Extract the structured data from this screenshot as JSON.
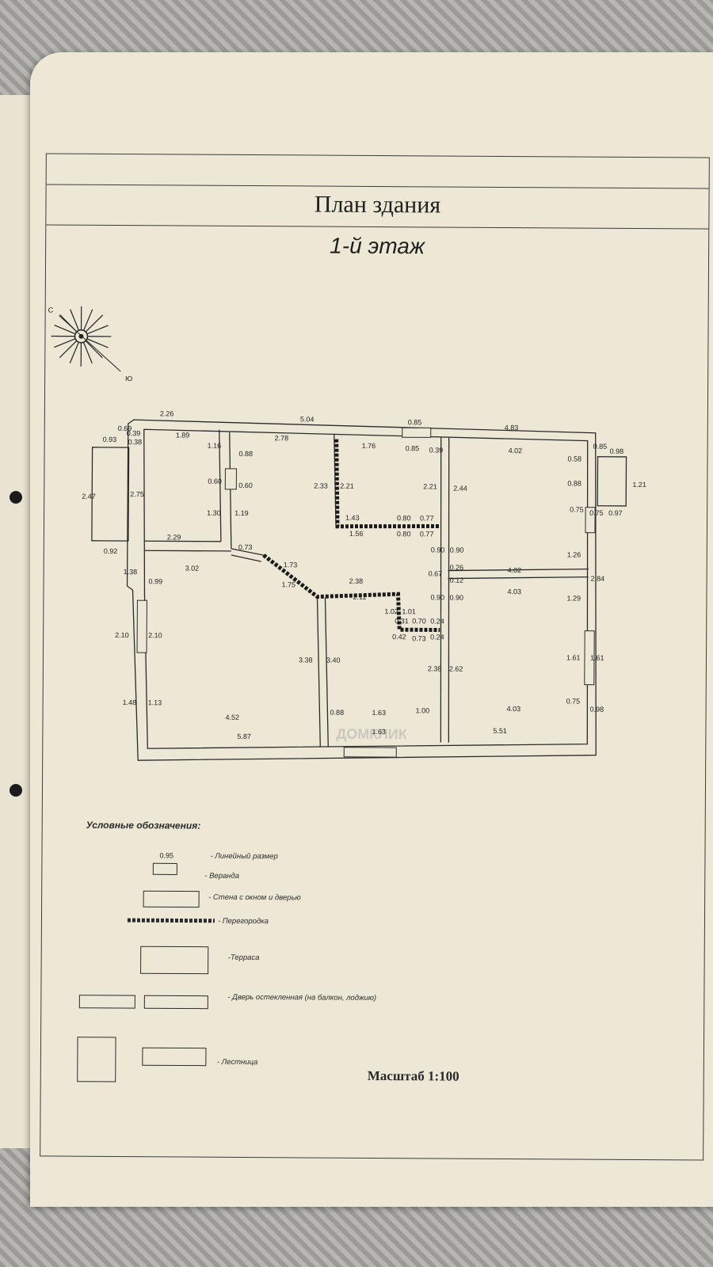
{
  "title": "План здания",
  "subtitle": "1-й этаж",
  "compass": {
    "top_letter": "С",
    "bottom_letter": "Ю"
  },
  "watermark": "ДОМКЛИК",
  "dimensions": {
    "d_2_26": "2.26",
    "d_5_04": "5.04",
    "d_0_85_top": "0.85",
    "d_4_83": "4.83",
    "d_0_93": "0.93",
    "d_0_39a": "0.39",
    "d_0_69": "0.69",
    "d_0_38": "0.38",
    "d_1_89": "1.89",
    "d_1_16": "1.16",
    "d_2_78": "2.78",
    "d_1_76": "1.76",
    "d_0_85b": "0.85",
    "d_0_39b": "0.39",
    "d_4_02a": "4.02",
    "d_0_58": "0.58",
    "d_0_85r": "0.85",
    "d_0_98": "0.98",
    "d_1_21": "1.21",
    "d_0_97": "0.97",
    "d_0_88a": "0.88",
    "d_0_60a": "0.60",
    "d_0_60b": "0.60",
    "d_2_33": "2.33",
    "d_2_21a": "2.21",
    "d_2_21b": "2.21",
    "d_2_44": "2.44",
    "d_0_88b": "0.88",
    "d_2_47": "2.47",
    "d_2_75": "2.75",
    "d_1_30": "1.30",
    "d_1_19": "1.19",
    "d_1_43": "1.43",
    "d_0_80a": "0.80",
    "d_0_77a": "0.77",
    "d_0_75a": "0.75",
    "d_0_75b": "0.75",
    "d_1_56": "1.56",
    "d_0_80b": "0.80",
    "d_0_77b": "0.77",
    "d_2_29": "2.29",
    "d_0_92": "0.92",
    "d_0_73a": "0.73",
    "d_1_73": "1.73",
    "d_0_90a": "0.90",
    "d_0_90b": "0.90",
    "d_1_26": "1.26",
    "d_1_38": "1.38",
    "d_3_02": "3.02",
    "d_4_02b": "4.02",
    "d_2_84": "2.84",
    "d_0_99": "0.99",
    "d_1_75": "1.75",
    "d_2_38a": "2.38",
    "d_0_67": "0.67",
    "d_0_26": "0.26",
    "d_0_12": "0.12",
    "d_2_11": "2.11",
    "d_4_03a": "4.03",
    "d_1_29": "1.29",
    "d_1_02": "1.02",
    "d_1_01": "1.01",
    "d_0_90c": "0.90",
    "d_0_90d": "0.90",
    "d_0_31": "0.31",
    "d_0_70": "0.70",
    "d_0_24a": "0.24",
    "d_0_42": "0.42",
    "d_0_73b": "0.73",
    "d_0_24b": "0.24",
    "d_2_10a": "2.10",
    "d_2_10b": "2.10",
    "d_3_38": "3.38",
    "d_3_40": "3.40",
    "d_2_38b": "2.38",
    "d_2_62": "2.62",
    "d_1_61a": "1.61",
    "d_1_61b": "1.61",
    "d_1_13": "1.13",
    "d_1_48": "1.48",
    "d_0_75c": "0.75",
    "d_0_98b": "0.98",
    "d_4_52": "4.52",
    "d_0_88c": "0.88",
    "d_1_63a": "1.63",
    "d_1_00": "1.00",
    "d_4_03b": "4.03",
    "d_5_87": "5.87",
    "d_1_63b": "1.63",
    "d_5_51": "5.51"
  },
  "legend": {
    "title": "Условные обозначения:",
    "sample_dim": "0.95",
    "items": {
      "linear": "- Линейный размер",
      "veranda": "- Веранда",
      "wall": "- Стена с окном и дверью",
      "partition": "- Перегородка",
      "terrace": "-Терраса",
      "glazed_door": "- Дверь остекленная (на балкон, лоджию)",
      "stairs": "- Лестница"
    }
  },
  "scale": "Масштаб 1:100"
}
